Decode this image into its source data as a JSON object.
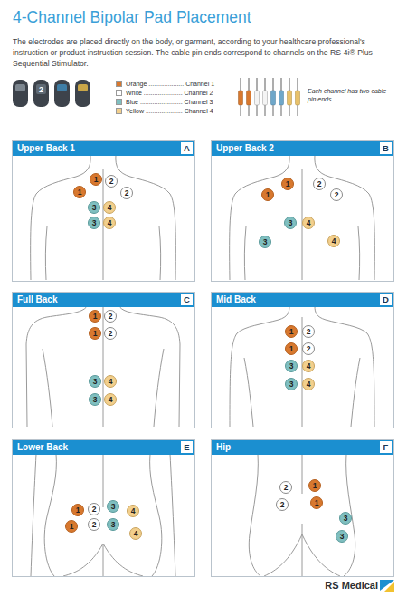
{
  "diagram": {
    "title": "4-Channel Bipolar Pad Placement",
    "nodes": [
      {
        "text": [
          "Upper Back 1"
        ]
      },
      {
        "text": [
          "A"
        ],
        "in": 0
      },
      {
        "text": [
          "1"
        ],
        "in": 0
      },
      {
        "text": [
          "2"
        ],
        "in": 0
      },
      {
        "text": [
          "1"
        ],
        "in": 0
      },
      {
        "text": [
          "2"
        ],
        "in": 0
      },
      {
        "text": [
          "3"
        ],
        "in": 0
      },
      {
        "text": [
          "4"
        ],
        "in": 0
      },
      {
        "text": [
          "3"
        ],
        "in": 0
      },
      {
        "text": [
          "4"
        ],
        "in": 0
      },
      {
        "text": [
          "Upper Back 2"
        ]
      },
      {
        "text": [
          "B"
        ],
        "in": 10
      },
      {
        "text": [
          "1"
        ],
        "in": 10
      },
      {
        "text": [
          "2"
        ],
        "in": 10
      },
      {
        "text": [
          "1"
        ],
        "in": 10
      },
      {
        "text": [
          "2"
        ],
        "in": 10
      },
      {
        "text": [
          "3"
        ],
        "in": 10
      },
      {
        "text": [
          "4"
        ],
        "in": 10
      },
      {
        "text": [
          "3"
        ],
        "in": 10
      },
      {
        "text": [
          "4"
        ],
        "in": 10
      },
      {
        "text": [
          "Full Back"
        ]
      },
      {
        "text": [
          "C"
        ],
        "in": 20
      },
      {
        "text": [
          "1"
        ],
        "in": 20
      },
      {
        "text": [
          "2"
        ],
        "in": 20
      },
      {
        "text": [
          "1"
        ],
        "in": 20
      },
      {
        "text": [
          "2"
        ],
        "in": 20
      },
      {
        "text": [
          "3"
        ],
        "in": 20
      },
      {
        "text": [
          "4"
        ],
        "in": 20
      },
      {
        "text": [
          "3"
        ],
        "in": 20
      },
      {
        "text": [
          "4"
        ],
        "in": 20
      },
      {
        "text": [
          "Mid Back"
        ]
      },
      {
        "text": [
          "D"
        ],
        "in": 30
      },
      {
        "text": [
          "1"
        ],
        "in": 30
      },
      {
        "text": [
          "2"
        ],
        "in": 30
      },
      {
        "text": [
          "1"
        ],
        "in": 30
      },
      {
        "text": [
          "2"
        ],
        "in": 30
      },
      {
        "text": [
          "3"
        ],
        "in": 30
      },
      {
        "text": [
          "4"
        ],
        "in": 30
      },
      {
        "text": [
          "3"
        ],
        "in": 30
      },
      {
        "text": [
          "4"
        ],
        "in": 30
      },
      {
        "text": [
          "Lower Back"
        ]
      },
      {
        "text": [
          "E"
        ],
        "in": 40
      },
      {
        "text": [
          "1"
        ],
        "in": 40
      },
      {
        "text": [
          "2"
        ],
        "in": 40
      },
      {
        "text": [
          "3"
        ],
        "in": 40
      },
      {
        "text": [
          "4"
        ],
        "in": 40
      },
      {
        "text": [
          "1"
        ],
        "in": 40
      },
      {
        "text": [
          "2"
        ],
        "in": 40
      },
      {
        "text": [
          "3"
        ],
        "in": 40
      },
      {
        "text": [
          "4"
        ],
        "in": 40
      },
      {
        "text": [
          "Hip"
        ]
      },
      {
        "text": [
          "F"
        ],
        "in": 50
      },
      {
        "text": [
          "2"
        ],
        "in": 50
      },
      {
        "text": [
          "1"
        ],
        "in": 50
      },
      {
        "text": [
          "2"
        ],
        "in": 50
      },
      {
        "text": [
          "1"
        ],
        "in": 50
      },
      {
        "text": [
          "3"
        ],
        "in": 50
      },
      {
        "text": [
          "3"
        ],
        "in": 50
      }
    ],
    "labels": [
      "The electrodes are placed directly on the body, or garment, according to your healthcare professional's instruction or product instruction session. The cable pin ends correspond to channels on the RS-4i® Plus Sequential Stimulator.",
      "2",
      "Each channel has two cable pin ends",
      "RS Medical"
    ],
    "legend": [
      {
        "text": "Orange .................... Channel 1",
        "color": "#d8782e"
      },
      {
        "text": "White ...................... Channel 2",
        "color": "#ffffff"
      },
      {
        "text": "Blue ........................ Channel 3",
        "color": "#7fbfc0"
      },
      {
        "text": "Yellow ..................... Channel 4",
        "color": "#f2cf8c"
      }
    ]
  }
}
